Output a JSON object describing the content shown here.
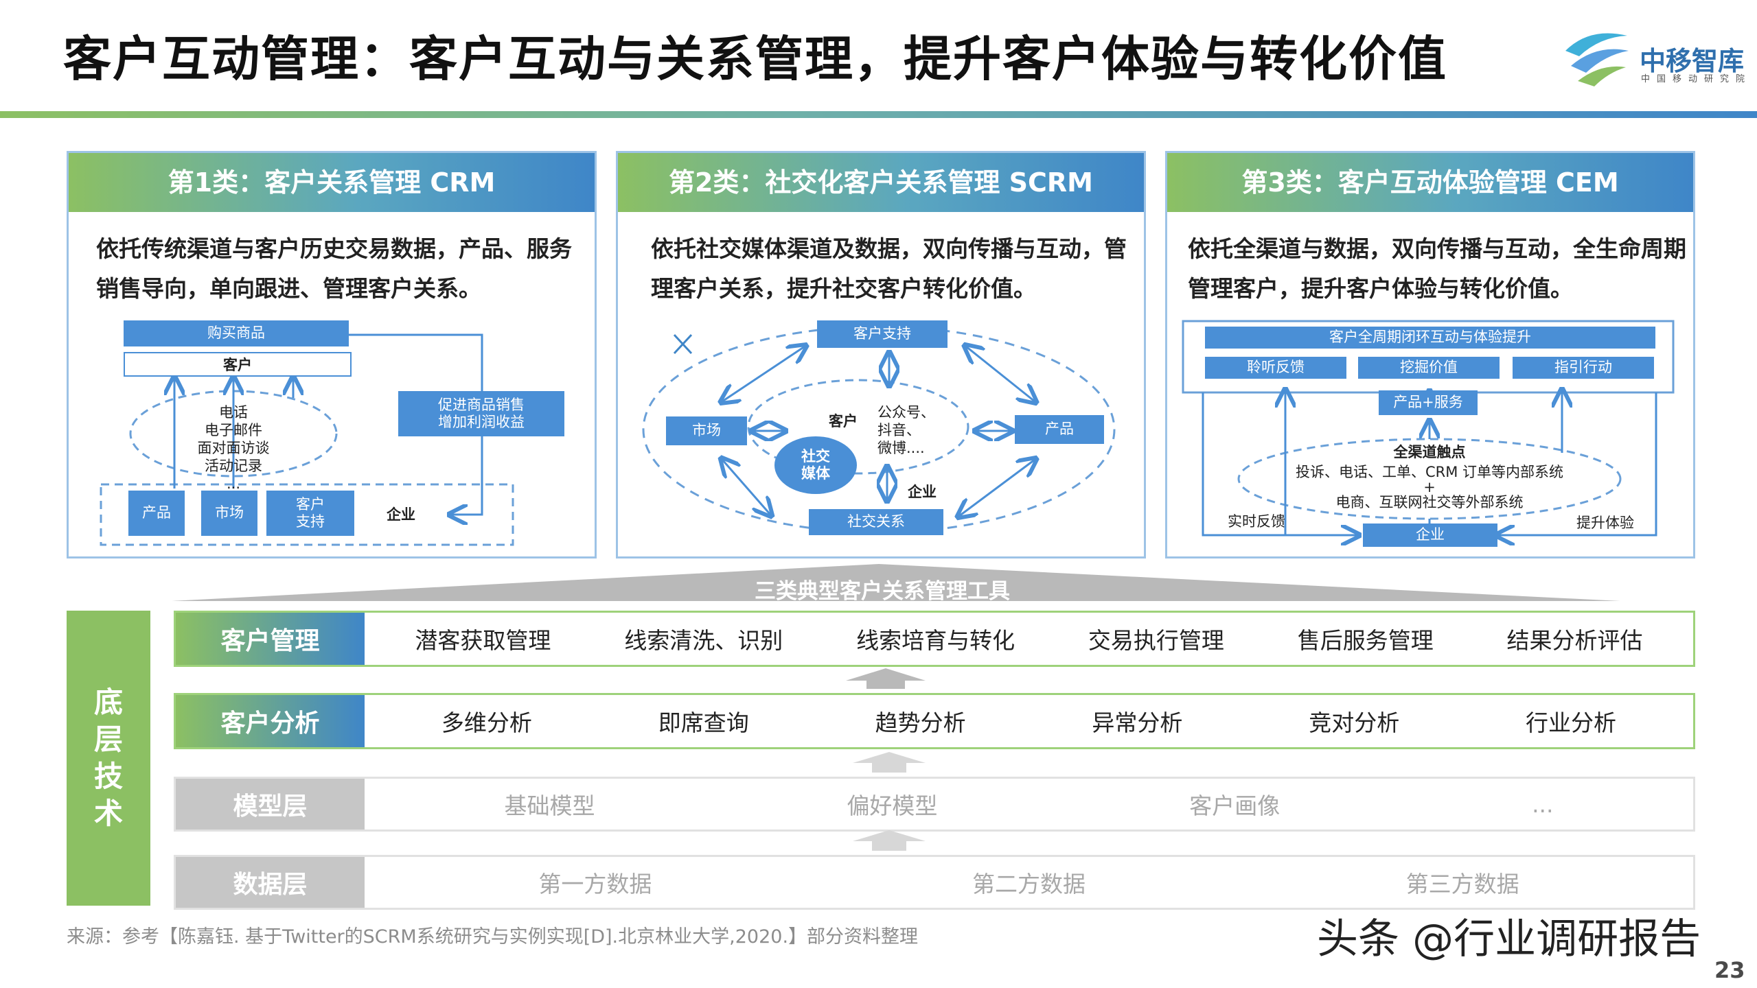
{
  "header": {
    "title": "客户互动管理：客户互动与关系管理，提升客户体验与转化价值",
    "logo_text": "中移智库",
    "logo_subtitle": "中国移动研究院"
  },
  "panels": [
    {
      "title": "第1类：客户关系管理 CRM",
      "desc_line1": "依托传统渠道与客户历史交易数据，产品、服务",
      "desc_line2": "销售导向，单向跟进、管理客户关系。",
      "diagram": {
        "buy": "购买商品",
        "customer": "客户",
        "channels": [
          "电话",
          "电子邮件",
          "面对面访谈",
          "活动记录",
          "..."
        ],
        "promo_line1": "促进商品销售",
        "promo_line2": "增加利润收益",
        "product": "产品",
        "market": "市场",
        "support_line1": "客户",
        "support_line2": "支持",
        "enterprise": "企业"
      }
    },
    {
      "title": "第2类：社交化客户关系管理 SCRM",
      "desc_line1": "依托社交媒体渠道及数据，双向传播与互动，管",
      "desc_line2": "理客户关系，提升社交客户转化价值。",
      "diagram": {
        "support": "客户支持",
        "market": "市场",
        "product": "产品",
        "social": "社交关系",
        "customer": "客户",
        "media_line1": "社交",
        "media_line2": "媒体",
        "platforms_line1": "公众号、",
        "platforms_line2": "抖音、",
        "platforms_line3": "微博....",
        "enterprise": "企业"
      }
    },
    {
      "title": "第3类：客户互动体验管理 CEM",
      "desc_line1": "依托全渠道与数据，双向传播与互动，全生命周期",
      "desc_line2": "管理客户，提升客户体验与转化价值。",
      "diagram": {
        "top": "客户全周期闭环互动与体验提升",
        "listen": "聆听反馈",
        "mine": "挖掘价值",
        "guide": "指引行动",
        "product_service": "产品+服务",
        "touch_title": "全渠道触点",
        "touch_line1": "投诉、电话、工单、CRM 订单等内部系统",
        "plus": "+",
        "touch_line2": "电商、互联网社交等外部系统",
        "realtime": "实时反馈",
        "improve": "提升体验",
        "enterprise": "企业"
      }
    }
  ],
  "tools_banner": "三类典型客户关系管理工具",
  "side_label": [
    "底",
    "层",
    "技",
    "术"
  ],
  "layers": [
    {
      "label": "客户管理",
      "items": [
        "潜客获取管理",
        "线索清洗、识别",
        "线索培育与转化",
        "交易执行管理",
        "售后服务管理",
        "结果分析评估"
      ]
    },
    {
      "label": "客户分析",
      "items": [
        "多维分析",
        "即席查询",
        "趋势分析",
        "异常分析",
        "竞对分析",
        "行业分析"
      ]
    },
    {
      "label": "模型层",
      "items": [
        "基础模型",
        "偏好模型",
        "客户画像",
        "..."
      ]
    },
    {
      "label": "数据层",
      "items": [
        "第一方数据",
        "第二方数据",
        "第三方数据"
      ]
    }
  ],
  "footer": {
    "source": "来源：参考【陈嘉钰. 基于Twitter的SCRM系统研究与实例实现[D].北京林业大学,2020.】部分资料整理",
    "watermark": "头条 @行业调研报告",
    "page": "23"
  },
  "colors": {
    "green": "#8cc063",
    "blue": "#4a8fd6",
    "gray": "#c6c6c6"
  }
}
